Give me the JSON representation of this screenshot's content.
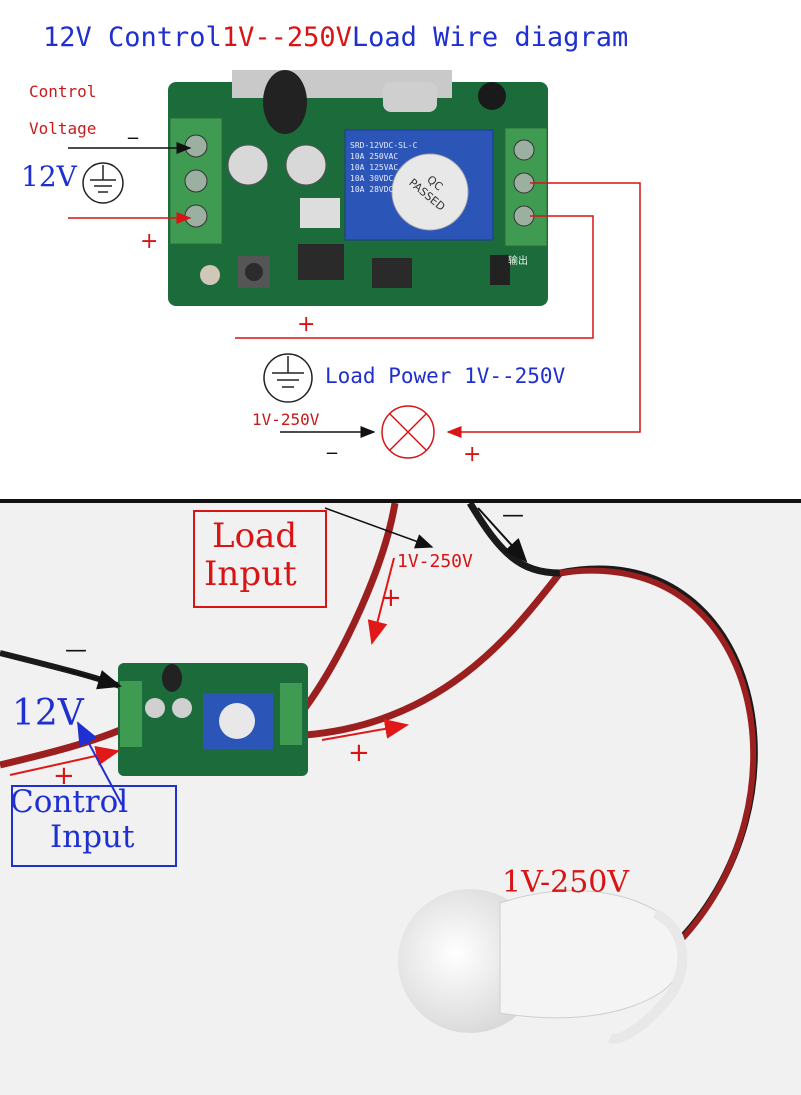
{
  "title": {
    "part1": "12V Control",
    "part2": "1V--250V",
    "part3": "Load Wire diagram"
  },
  "diagram": {
    "control_label_line1": "Control",
    "control_label_line2": "Voltage",
    "control_voltage": "12V",
    "minus": "_",
    "plus": "+",
    "load_power_label": "Load Power 1V--250V",
    "load_voltage": "1V-250V",
    "relay_text": [
      "SRD-12VDC-SL-C",
      "10A 250VAC",
      "10A 125VAC",
      "10A 30VDC",
      "10A 28VDC"
    ],
    "qc_badge": [
      "QC",
      "PASSED"
    ],
    "output_text": "输出"
  },
  "photo": {
    "load_input_line1": "Load",
    "load_input_line2": "Input",
    "load_voltage": "1V-250V",
    "control_voltage": "12V",
    "control_input_line1": "Control",
    "control_input_line2": "Input",
    "bulb_voltage": "1V-250V",
    "minus": "—",
    "plus": "+"
  },
  "colors": {
    "blue": "#1f2fd0",
    "red": "#d81414",
    "pcb_green": "#1c6b3a",
    "terminal_green": "#3f9a52",
    "relay_blue": "#2c55b8"
  }
}
